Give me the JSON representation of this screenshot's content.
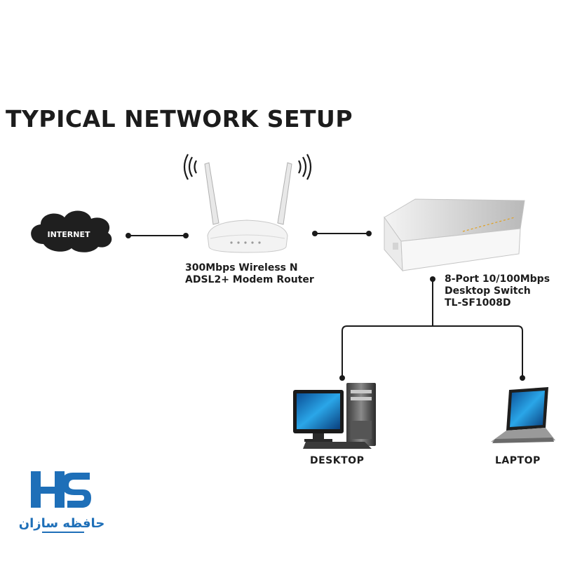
{
  "title": "TYPICAL NETWORK SETUP",
  "nodes": {
    "internet": {
      "label": "INTERNET"
    },
    "router": {
      "lines": [
        "300Mbps Wireless N",
        "ADSL2+ Modem Router"
      ]
    },
    "switch": {
      "lines": [
        "8-Port 10/100Mbps",
        "Desktop Switch",
        "TL-SF1008D"
      ]
    },
    "desktop": {
      "label": "DESKTOP"
    },
    "laptop": {
      "label": "LAPTOP"
    }
  },
  "logo": {
    "text": "حافظه سازان"
  },
  "colors": {
    "line": "#1a1a1a",
    "logo_blue": "#1e6fb8",
    "device_white": "#f2f2f2",
    "screen_blue": "#1e8fd8"
  }
}
